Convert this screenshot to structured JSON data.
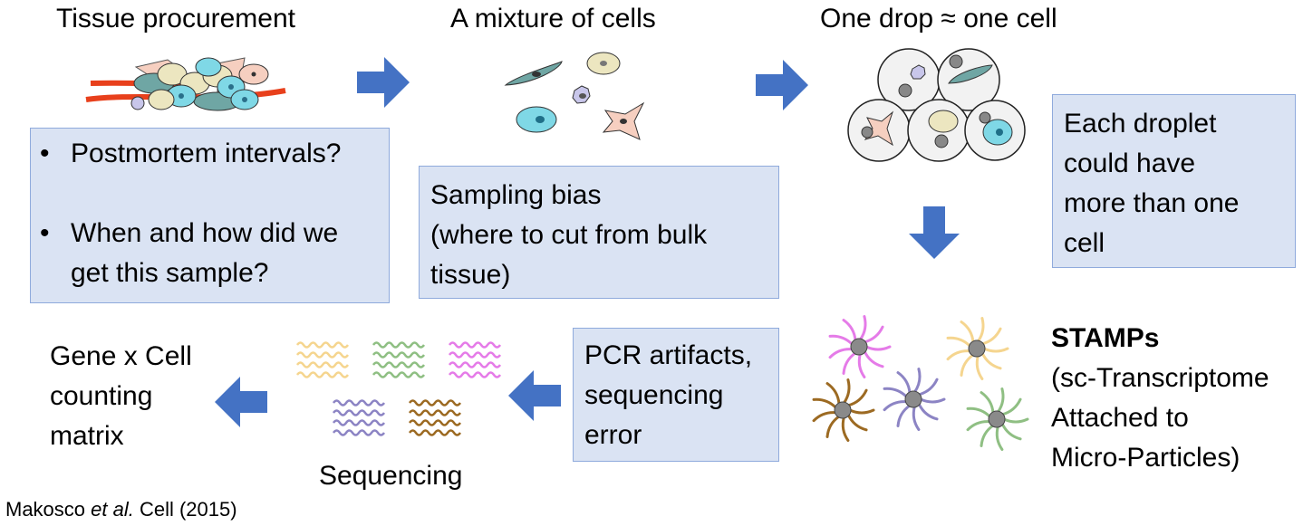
{
  "steps": {
    "tissue": {
      "heading": "Tissue procurement",
      "bullets": [
        "Postmortem intervals?",
        "When and how did we get this sample?"
      ]
    },
    "mixture": {
      "heading": "A mixture of cells",
      "box_lines": [
        "Sampling bias",
        "(where to cut from bulk",
        "tissue)"
      ]
    },
    "droplet": {
      "heading": "One drop ≈ one cell",
      "box_lines": [
        "Each droplet",
        "could have",
        "more than one",
        "cell"
      ]
    },
    "stamps": {
      "title": "STAMPs",
      "lines": [
        "(sc-Transcriptome",
        "Attached to",
        "Micro-Particles)"
      ]
    },
    "pcr": {
      "box_lines": [
        "PCR artifacts,",
        "sequencing",
        "error"
      ]
    },
    "sequencing": {
      "label": "Sequencing"
    },
    "matrix": {
      "lines": [
        "Gene x Cell",
        "counting",
        "matrix"
      ]
    }
  },
  "bullet_glyph": "•",
  "citation": {
    "author": "Makosco ",
    "etal": "et al.",
    "rest": " Cell (2015)"
  },
  "colors": {
    "arrow": "#4472c4",
    "box_fill": "#dae3f3",
    "box_border": "#8faadc",
    "strand_pink": "#e57be8",
    "strand_yellow": "#f5d58f",
    "strand_purple": "#8c84c4",
    "strand_brown": "#9c6a22",
    "strand_green": "#8fbf83",
    "cell_teal": "#6fa6a4",
    "cell_cyan": "#7fd8e6",
    "cell_tan": "#ece6c0",
    "cell_pink": "#f6cfc0",
    "cell_lavender": "#c8c6ea",
    "vessel_red": "#e8401c"
  }
}
